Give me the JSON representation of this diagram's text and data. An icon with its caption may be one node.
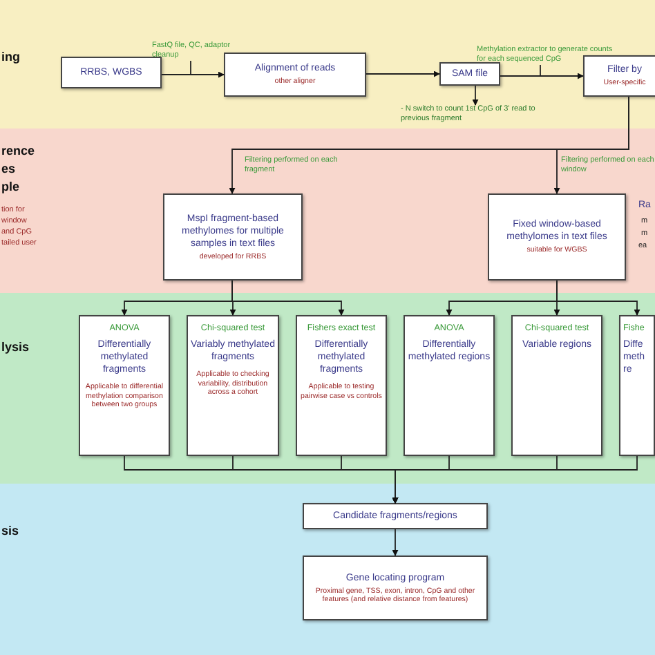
{
  "diagram": {
    "nodes": [
      {
        "text": [
          "ing"
        ]
      },
      {
        "text": [
          "RRBS, WGBS"
        ],
        "in": 0
      },
      {
        "text": [
          "Alignment of reads",
          "other aligner"
        ],
        "in": 0
      },
      {
        "text": [
          "SAM file"
        ],
        "in": 0
      },
      {
        "text": [
          "Filter by",
          "User-specific"
        ],
        "in": 0
      },
      {
        "text": [
          "- N switch to count 1st CpG of 3' read to previous fragment"
        ],
        "in": 0
      },
      {
        "text": [
          "rence",
          "es",
          "ple",
          "tion for window and CpG tailed user"
        ]
      },
      {
        "text": [
          "MspI fragment-based methylomes for multiple samples in text files",
          "developed for RRBS"
        ],
        "in": 6
      },
      {
        "text": [
          "Fixed window-based methylomes in text files",
          "suitable for WGBS"
        ],
        "in": 6
      },
      {
        "text": [
          "lysis"
        ]
      },
      {
        "text": [
          "ANOVA",
          "Differentially methylated fragments",
          "Applicable to differential methylation comparison between two groups"
        ],
        "in": 9
      },
      {
        "text": [
          "Chi-squared test",
          "Variably methylated fragments",
          "Applicable to checking variability, distribution across a cohort"
        ],
        "in": 9
      },
      {
        "text": [
          "Fishers exact test",
          "Differentially methylated fragments",
          "Applicable to testing pairwise case vs controls"
        ],
        "in": 9
      },
      {
        "text": [
          "ANOVA",
          "Differentially methylated regions"
        ],
        "in": 9
      },
      {
        "text": [
          "Chi-squared test",
          "Variable regions"
        ],
        "in": 9
      },
      {
        "text": [
          "Fishe",
          "Diffe meth re"
        ],
        "in": 9
      },
      {
        "text": [
          "sis"
        ]
      },
      {
        "text": [
          "Candidate fragments/regions"
        ],
        "in": 16
      },
      {
        "text": [
          "Gene locating program",
          "Proximal gene, TSS, exon, intron, CpG and other features (and relative distance from features)"
        ],
        "in": 16
      }
    ],
    "edges": [
      {
        "from": 1,
        "to": 2,
        "arrow": "to",
        "label": "FastQ file, QC, adaptor cleanup"
      },
      {
        "from": 2,
        "to": 3,
        "arrow": "to"
      },
      {
        "from": 3,
        "to": 4,
        "arrow": "to",
        "label": "Methylation extractor to generate counts for each sequenced CpG"
      },
      {
        "from": 3,
        "to": 5,
        "arrow": "to"
      },
      {
        "from": 4,
        "to": 7,
        "arrow": "to",
        "label": "Filtering performed on each fragment"
      },
      {
        "from": 4,
        "to": 8,
        "arrow": "to",
        "label": "Filtering performed on each window"
      },
      {
        "from": 7,
        "to": 10,
        "arrow": "to"
      },
      {
        "from": 7,
        "to": 11,
        "arrow": "to"
      },
      {
        "from": 7,
        "to": 12,
        "arrow": "to"
      },
      {
        "from": 8,
        "to": 13,
        "arrow": "to"
      },
      {
        "from": 8,
        "to": 14,
        "arrow": "to"
      },
      {
        "from": 8,
        "to": 15,
        "arrow": "to"
      },
      {
        "from": 10,
        "to": 17,
        "arrow": "to"
      },
      {
        "from": 11,
        "to": 17,
        "arrow": "to"
      },
      {
        "from": 12,
        "to": 17,
        "arrow": "to"
      },
      {
        "from": 13,
        "to": 17,
        "arrow": "to"
      },
      {
        "from": 14,
        "to": 17,
        "arrow": "to"
      },
      {
        "from": 15,
        "to": 17,
        "arrow": "to"
      },
      {
        "from": 17,
        "to": 18,
        "arrow": "to"
      }
    ],
    "labels": [
      "Ra",
      "m",
      "m",
      "ea"
    ]
  }
}
